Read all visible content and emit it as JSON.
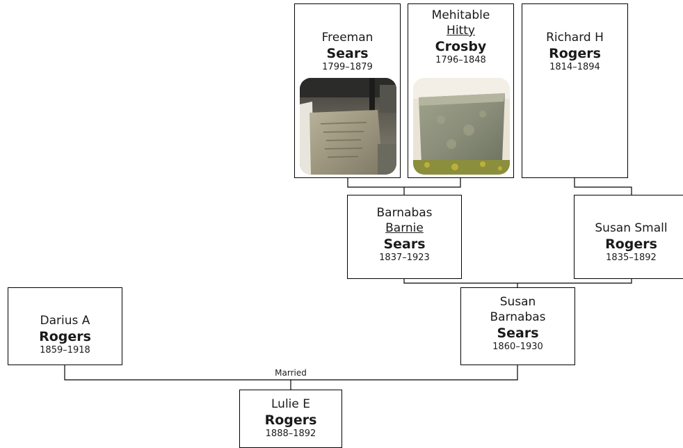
{
  "tree": {
    "married_label": "Married",
    "people": {
      "freeman": {
        "given": "Freeman",
        "nickname": "",
        "surname": "Sears",
        "dates": "1799–1879",
        "photo": "headstone"
      },
      "mehitable": {
        "given": "Mehitable",
        "nickname": "Hitty",
        "surname": "Crosby",
        "dates": "1796–1848",
        "photo": "headstone"
      },
      "richard": {
        "given": "Richard H",
        "nickname": "",
        "surname": "Rogers",
        "dates": "1814–1894",
        "photo": ""
      },
      "barnabas": {
        "given": "Barnabas",
        "nickname": "Barnie",
        "surname": "Sears",
        "dates": "1837–1923",
        "photo": ""
      },
      "susan_small": {
        "given": "Susan Small",
        "nickname": "",
        "surname": "Rogers",
        "dates": "1835–1892",
        "photo": ""
      },
      "darius": {
        "given": "Darius A",
        "nickname": "",
        "surname": "Rogers",
        "dates": "1859–1918",
        "photo": ""
      },
      "susan_barnabas": {
        "given": "Susan Barnabas",
        "nickname": "",
        "surname": "Sears",
        "dates": "1860–1930",
        "photo": ""
      },
      "lulie": {
        "given": "Lulie E",
        "nickname": "",
        "surname": "Rogers",
        "dates": "1888–1892",
        "photo": ""
      }
    }
  }
}
